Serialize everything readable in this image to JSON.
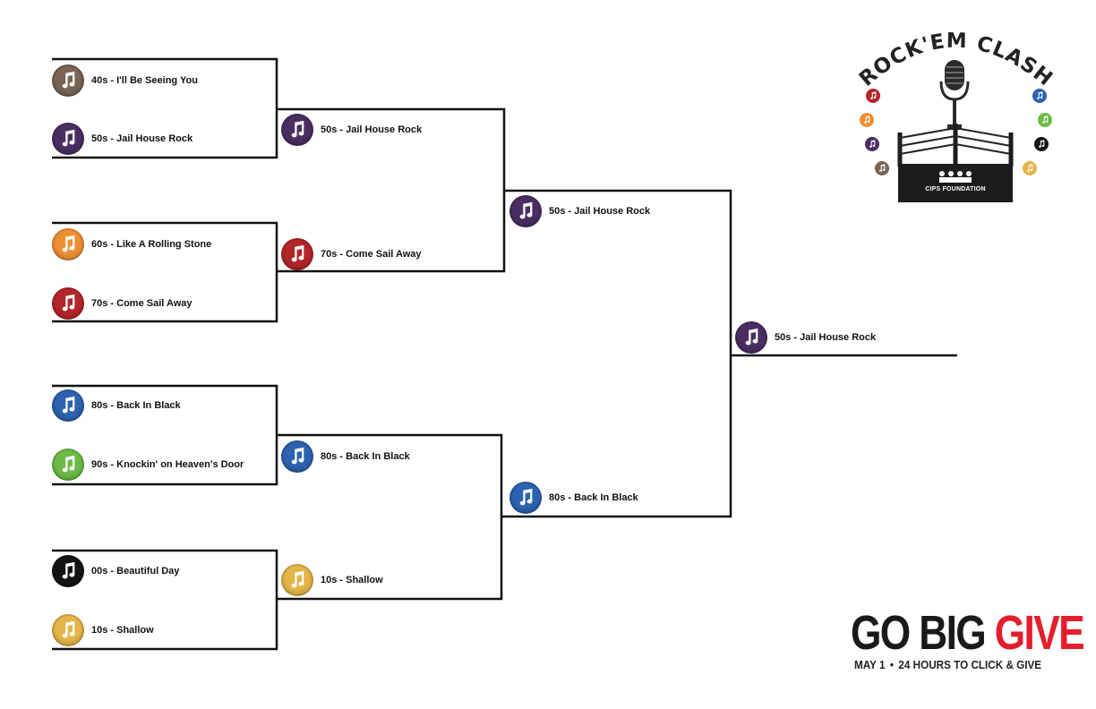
{
  "colors": {
    "40s": "#7a6454",
    "50s": "#4a2e63",
    "60s": "#ef8f34",
    "70s": "#b3262a",
    "80s": "#2d63b1",
    "90s": "#6bbb45",
    "00s": "#141414",
    "10s": "#e4b548",
    "line": "#111111",
    "brand_red": "#e31e2d"
  },
  "icons": {
    "song": "music-note-icon"
  },
  "round1": [
    {
      "label": "40s - I'll Be Seeing You",
      "decade": "40s"
    },
    {
      "label": "50s - Jail House Rock",
      "decade": "50s"
    },
    {
      "label": "60s - Like A Rolling Stone",
      "decade": "60s"
    },
    {
      "label": "70s - Come Sail Away",
      "decade": "70s"
    },
    {
      "label": "80s - Back In Black",
      "decade": "80s"
    },
    {
      "label": "90s - Knockin' on Heaven's Door",
      "decade": "90s"
    },
    {
      "label": "00s - Beautiful Day",
      "decade": "00s"
    },
    {
      "label": "10s - Shallow",
      "decade": "10s"
    }
  ],
  "round2": [
    {
      "label": "50s - Jail House Rock",
      "decade": "50s"
    },
    {
      "label": "70s - Come Sail Away",
      "decade": "70s"
    },
    {
      "label": "80s - Back In Black",
      "decade": "80s"
    },
    {
      "label": "10s - Shallow",
      "decade": "10s"
    }
  ],
  "round3": [
    {
      "label": "50s - Jail House Rock",
      "decade": "50s"
    },
    {
      "label": "80s - Back In Black",
      "decade": "80s"
    }
  ],
  "champion": {
    "label": "50s - Jail House Rock",
    "decade": "50s"
  },
  "logo": {
    "title": "ROCK'EM CLASH",
    "ring_text": "CIPS FOUNDATION"
  },
  "go_big_give": {
    "word1": "GO BIG ",
    "word2": "GIVE",
    "date": "MAY 1",
    "separator": "•",
    "tagline": "24 HOURS TO CLICK & GIVE"
  }
}
